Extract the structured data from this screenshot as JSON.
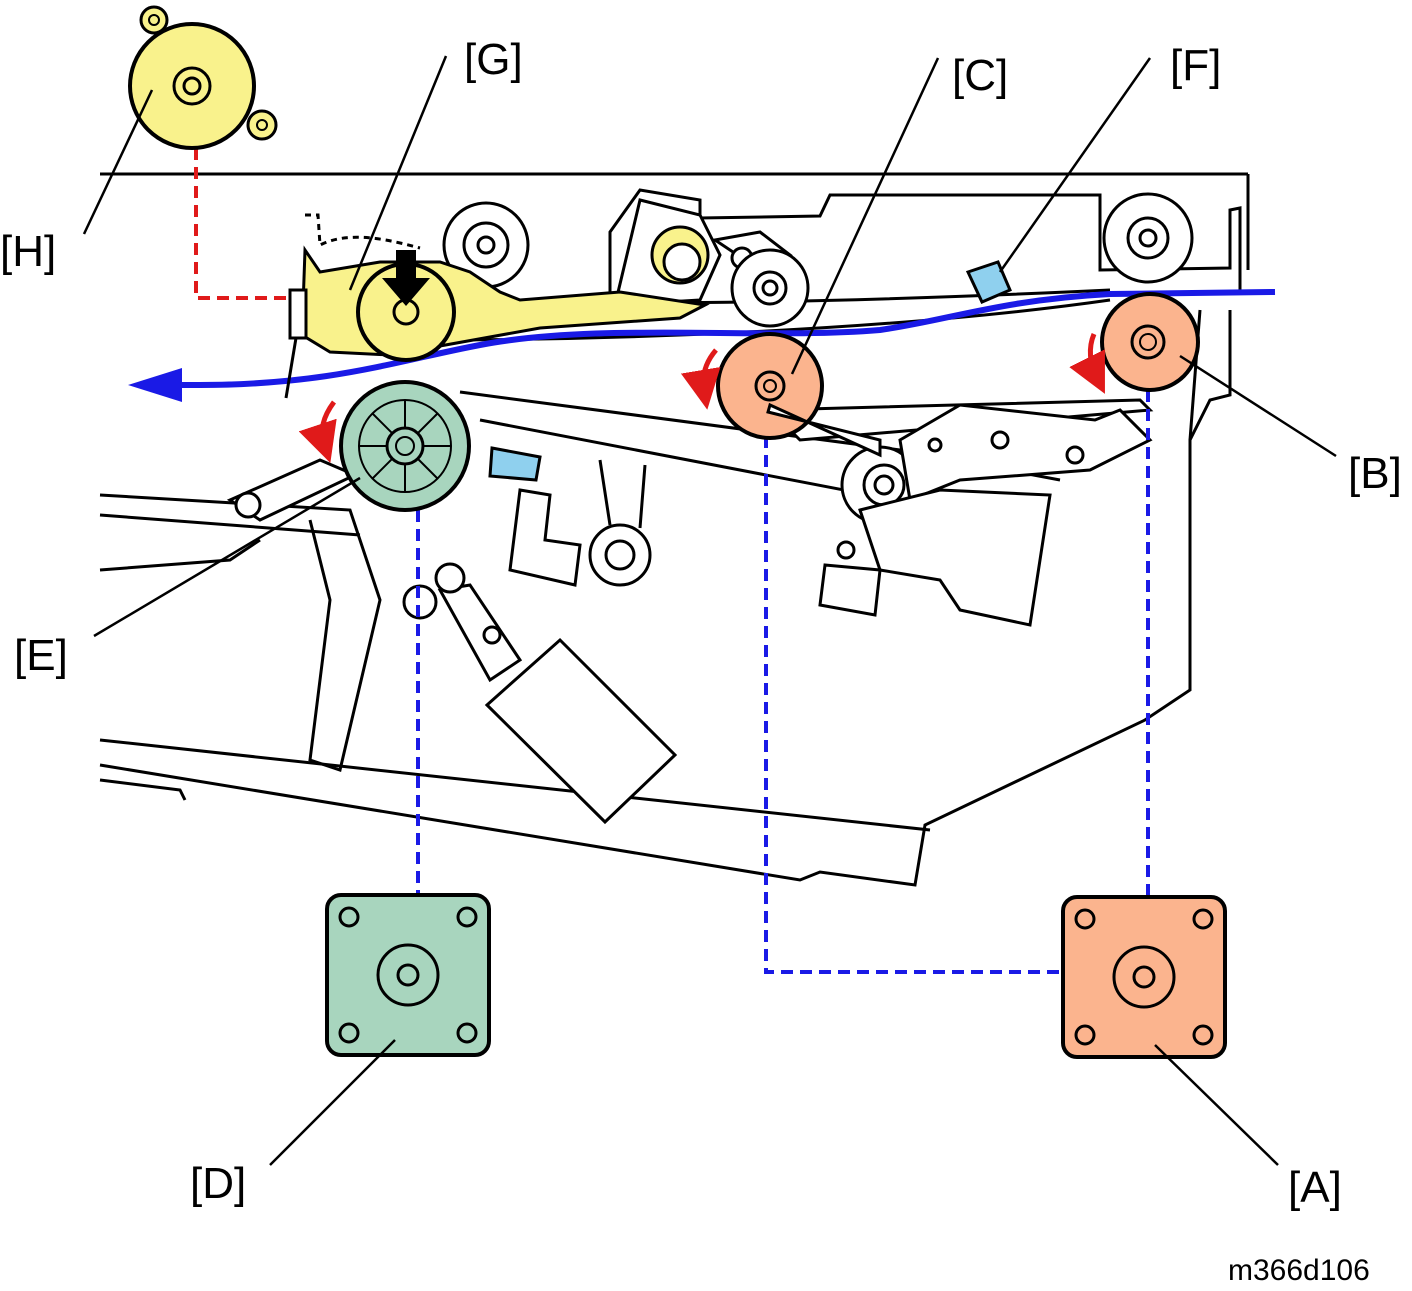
{
  "labels": {
    "A": "[A]",
    "B": "[B]",
    "C": "[C]",
    "D": "[D]",
    "E": "[E]",
    "F": "[F]",
    "G": "[G]",
    "H": "[H]"
  },
  "figure_code": "m366d106",
  "colors": {
    "orange_parts": "#fbb48e",
    "green_parts": "#a8d5be",
    "yellow_parts": "#f9f28c",
    "sensor_blue": "#8fd0ee",
    "paper_path": "#1a1ae6",
    "drive_link_blue": "#1a1ae6",
    "drive_link_red": "#e01a1a",
    "rotation_arrows": "#e01a1a"
  }
}
